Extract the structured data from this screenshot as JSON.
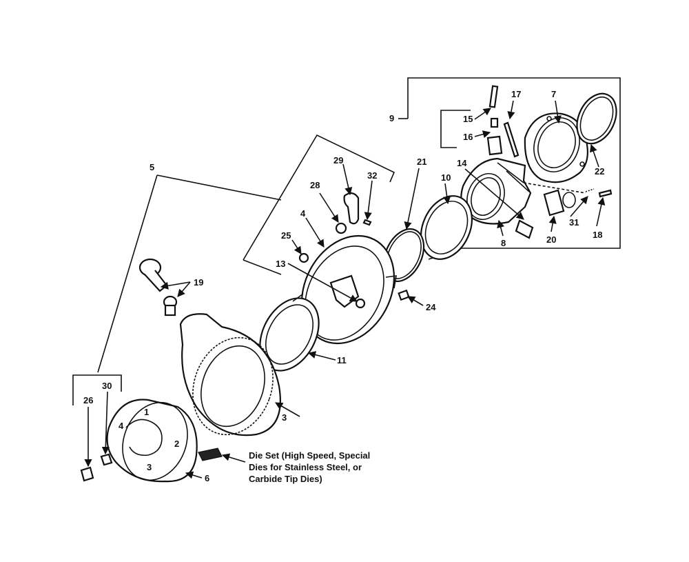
{
  "callouts": [
    "3",
    "4",
    "5",
    "6",
    "7",
    "8",
    "9",
    "10",
    "11",
    "13",
    "14",
    "15",
    "16",
    "17",
    "18",
    "19",
    "20",
    "21",
    "22",
    "24",
    "25",
    "26",
    "28",
    "29",
    "30",
    "31",
    "32"
  ],
  "die_set_caption": [
    "Die Set (High Speed, Special",
    "Dies for Stainless Steel, or",
    "Carbide Tip Dies)"
  ],
  "die_numbers": [
    "1",
    "2",
    "3",
    "4"
  ]
}
